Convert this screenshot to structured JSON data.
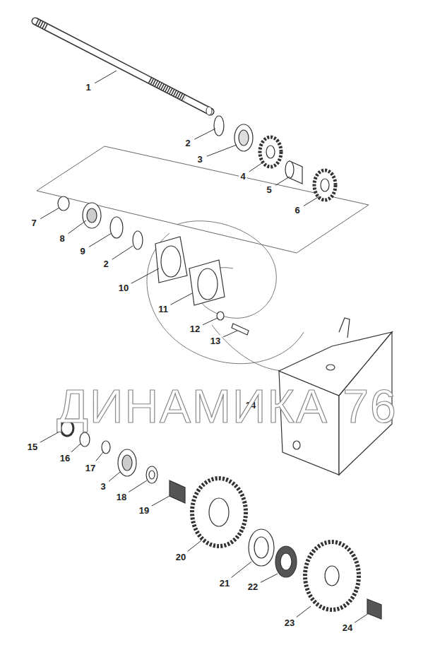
{
  "diagram": {
    "labels": [
      "1",
      "2",
      "3",
      "4",
      "5",
      "6",
      "7",
      "8",
      "9",
      "2",
      "10",
      "11",
      "12",
      "13",
      "14",
      "15",
      "16",
      "17",
      "3",
      "18",
      "19",
      "20",
      "21",
      "22",
      "23",
      "24",
      "ДИНАМИКА 76"
    ]
  }
}
